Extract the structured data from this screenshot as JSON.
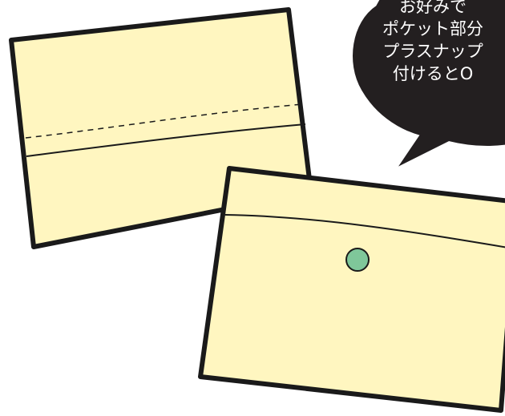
{
  "speech_bubble": {
    "lines": [
      "お好みで",
      "ポケット部分",
      "プラスナップ",
      "付けるとO"
    ],
    "fill": "#231f20",
    "text_color": "#ffffff"
  },
  "colors": {
    "fabric": "#fff6c0",
    "outline": "#1a1a1a",
    "snap": "#7fc79a"
  }
}
